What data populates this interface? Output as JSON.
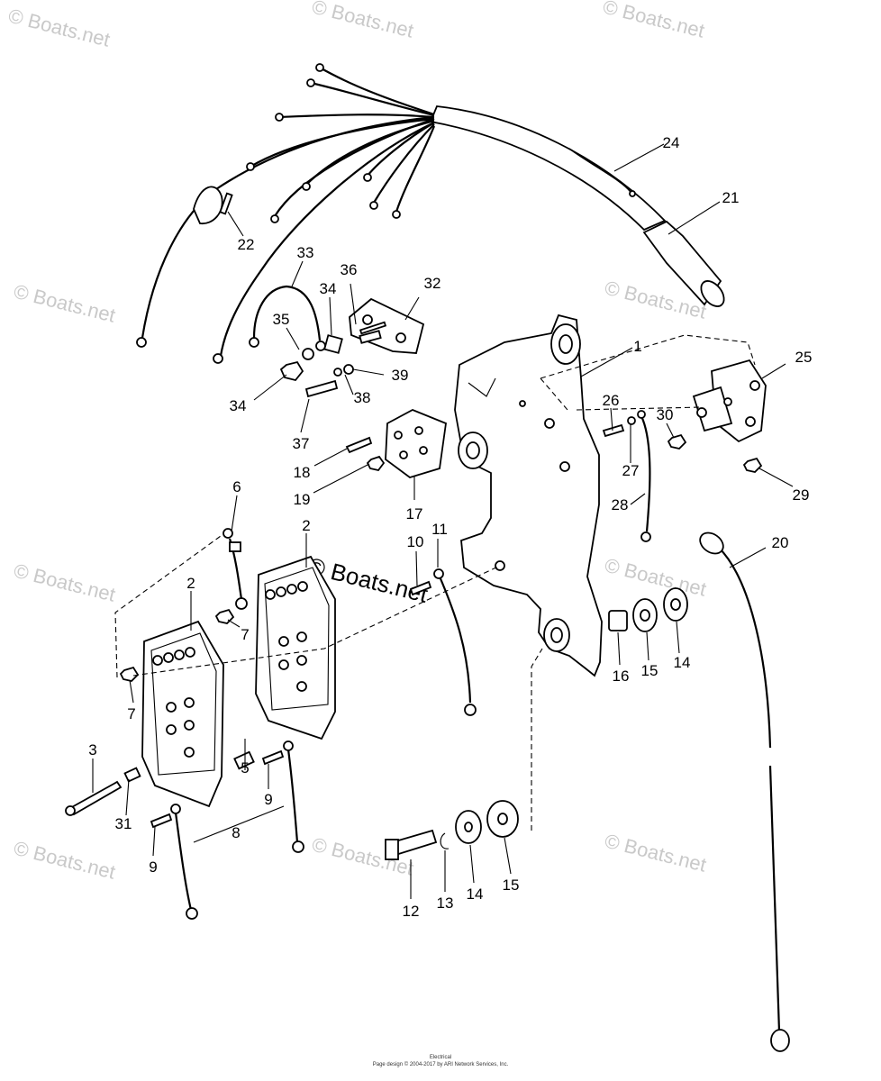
{
  "watermark": "© Boats.net",
  "callouts": {
    "c1": "1",
    "c2a": "2",
    "c2b": "2",
    "c3": "3",
    "c5": "5",
    "c6": "6",
    "c7a": "7",
    "c7b": "7",
    "c8": "8",
    "c9a": "9",
    "c9b": "9",
    "c10": "10",
    "c11": "11",
    "c12": "12",
    "c13": "13",
    "c14a": "14",
    "c14b": "14",
    "c15a": "15",
    "c15b": "15",
    "c16": "16",
    "c17": "17",
    "c18": "18",
    "c19": "19",
    "c20": "20",
    "c21": "21",
    "c22": "22",
    "c24": "24",
    "c25": "25",
    "c26": "26",
    "c27": "27",
    "c28": "28",
    "c29": "29",
    "c30": "30",
    "c31": "31",
    "c32": "32",
    "c33": "33",
    "c34a": "34",
    "c34b": "34",
    "c35": "35",
    "c36": "36",
    "c37": "37",
    "c38": "38",
    "c39": "39"
  },
  "footer": {
    "line1": "Electrical",
    "line2": "Page design © 2004-2017 by ARI Network Services, Inc."
  }
}
